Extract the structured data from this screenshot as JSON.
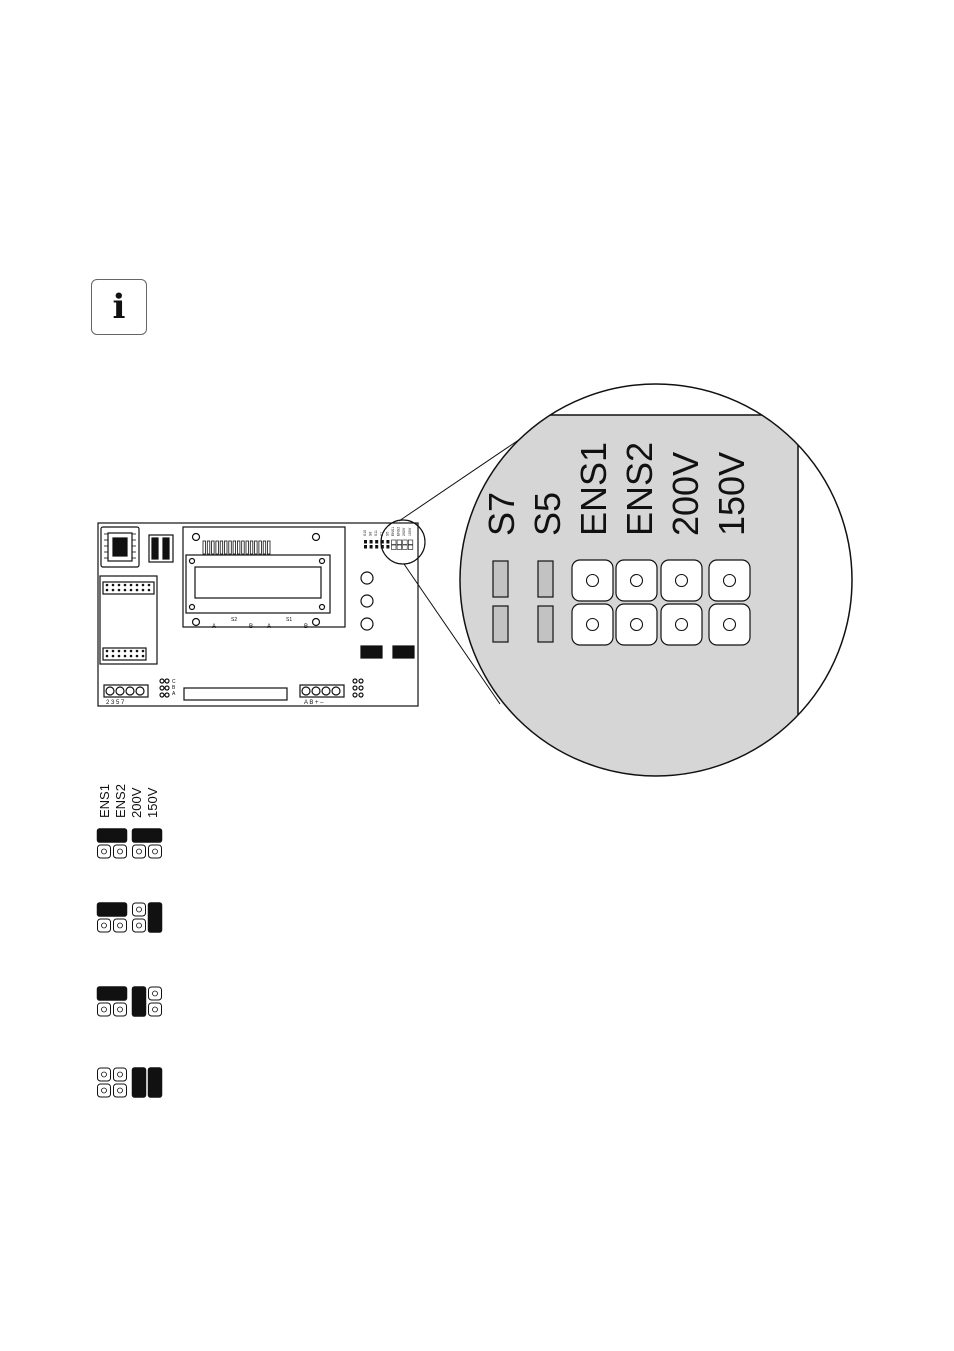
{
  "info_icon": {
    "glyph": "i",
    "name": "info-icon"
  },
  "board": {
    "lcd_labels": {
      "s2": "S2",
      "s1": "S1",
      "a1": "A",
      "b1": "B",
      "a2": "A",
      "b2": "B"
    },
    "left_terminal_labels": "2  3  5  7",
    "cba_labels": [
      "C",
      "B",
      "A"
    ],
    "right_terminal_labels": "A  B  +  –",
    "tiny_jumper_labels": [
      "S10",
      "S8",
      "S11",
      "S7",
      "S5",
      "ENS1",
      "ENS2",
      "200V",
      "150V"
    ]
  },
  "zoom": {
    "labels": [
      "S7",
      "S5",
      "ENS1",
      "ENS2",
      "200V",
      "150V"
    ],
    "colors": {
      "fill": "#d6d6d6",
      "pin_bg": "#ffffff"
    }
  },
  "legend": {
    "header_labels": [
      "ENS1",
      "ENS2",
      "200V",
      "150V"
    ],
    "configurations": [
      {
        "jumpers": "ENS1 horizontal + 200V/150V horizontal"
      },
      {
        "jumpers": "ENS1/ENS2 horizontal + 150V vertical"
      },
      {
        "jumpers": "ENS1/ENS2 horizontal + 200V vertical"
      },
      {
        "jumpers": "200V vertical + 150V vertical"
      }
    ]
  }
}
